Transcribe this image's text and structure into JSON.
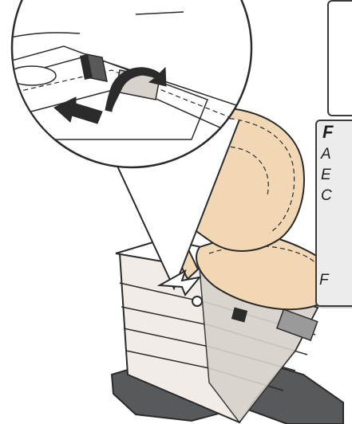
{
  "callout_text": {
    "heading": "F",
    "line_1": "A",
    "line_2": "E",
    "line_3": "C",
    "line_4": "F"
  },
  "colors": {
    "upholstery": "#f2d7b5",
    "base_light": "#f1ece7",
    "base_shadow": "#d8d2cc",
    "feet": "#58595b",
    "outline": "#2b2b2b",
    "panel_fill": "#ececec"
  },
  "icons": {
    "slide_direction": "arrow-right-icon",
    "rotate_direction": "rotate-arrow-icon"
  }
}
